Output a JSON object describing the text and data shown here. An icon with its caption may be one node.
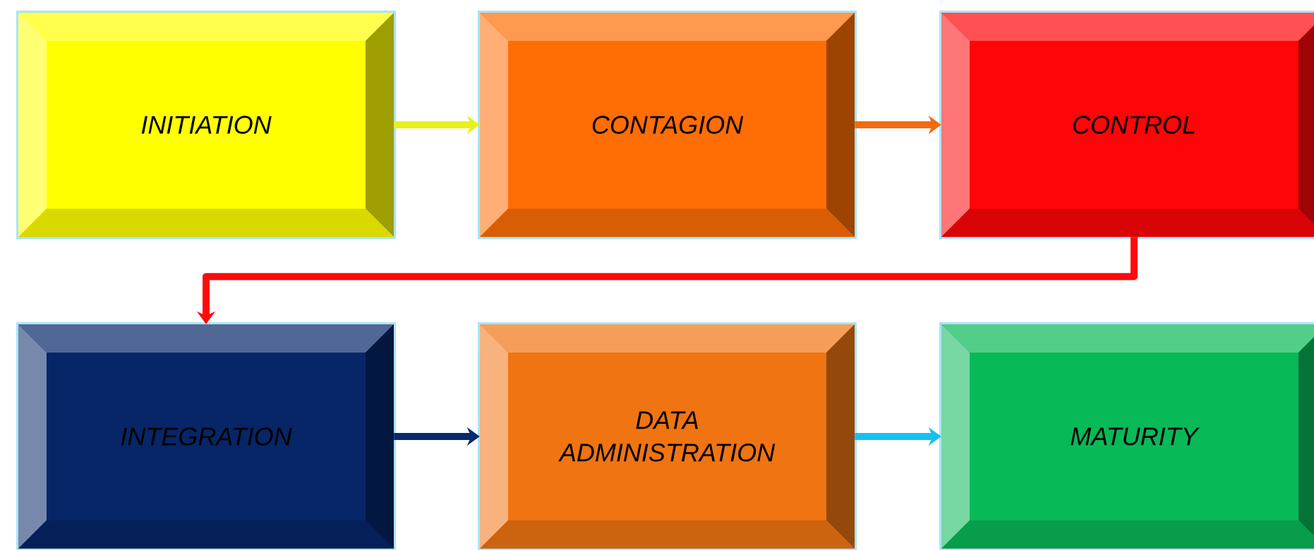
{
  "diagram": {
    "nodes": [
      {
        "text": [
          "INITIATION"
        ]
      },
      {
        "text": [
          "CONTAGION"
        ]
      },
      {
        "text": [
          "CONTROL"
        ]
      },
      {
        "text": [
          "INTEGRATION"
        ]
      },
      {
        "text": [
          "DATA ADMINISTRATION"
        ]
      },
      {
        "text": [
          "MATURITY"
        ]
      }
    ],
    "edges": [
      {
        "from": 0,
        "to": 1,
        "arrow": "to",
        "color": "#e8f020"
      },
      {
        "from": 1,
        "to": 2,
        "arrow": "to",
        "color": "#f26a10"
      },
      {
        "from": 2,
        "to": 3,
        "arrow": "to",
        "color": "#ff0a0a"
      },
      {
        "from": 3,
        "to": 4,
        "arrow": "to",
        "color": "#0a2a70"
      },
      {
        "from": 4,
        "to": 5,
        "arrow": "to",
        "color": "#18c0f0"
      }
    ]
  }
}
